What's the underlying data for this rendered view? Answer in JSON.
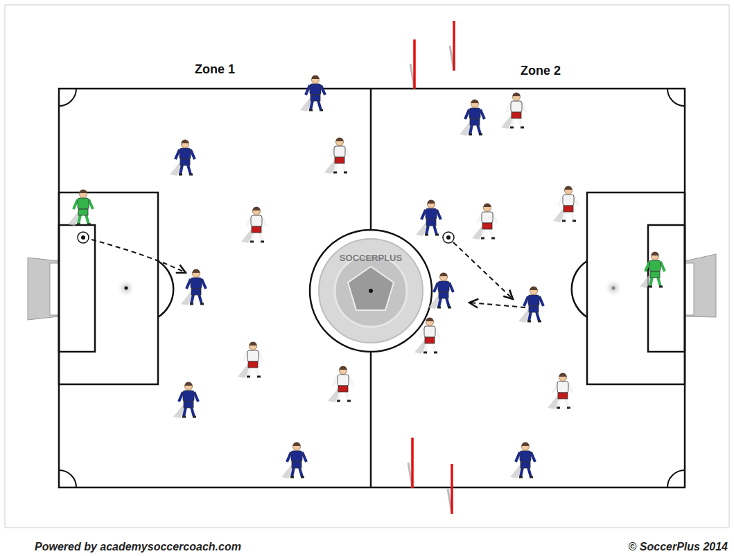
{
  "diagram": {
    "labels": [
      "Zone 1",
      "Zone 2",
      "SOCCERPLUS",
      "Powered by academysoccercoach.com",
      "© SoccerPlus 2014"
    ]
  }
}
